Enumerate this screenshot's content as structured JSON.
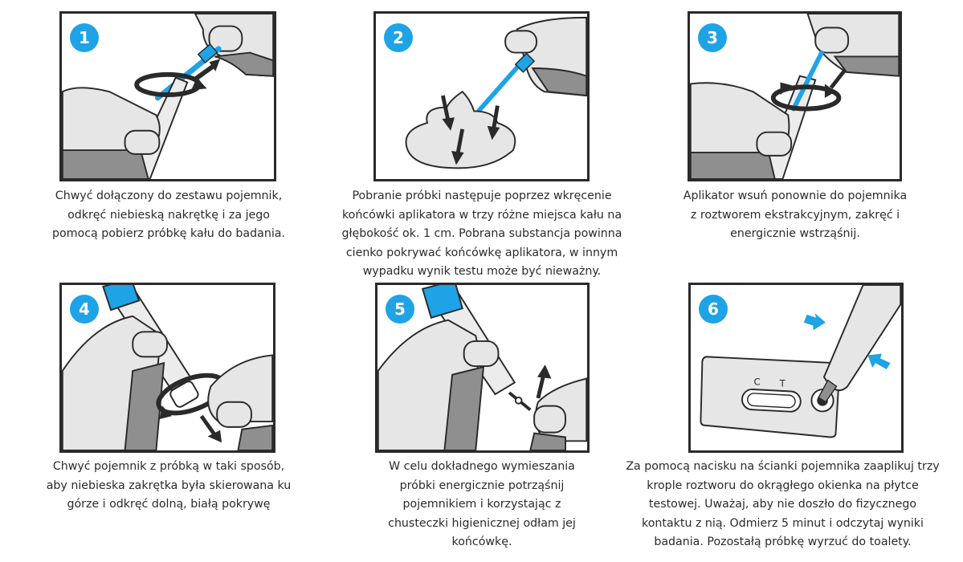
{
  "colors": {
    "accent_blue": "#1ea3e6",
    "frame": "#2a2a2a",
    "skin_light": "#e6e6e6",
    "skin_shadow": "#8f8f8f",
    "text": "#2b2b2b"
  },
  "steps": [
    {
      "number": "1",
      "illustration": "hand-opening-tube-with-blue-applicator",
      "caption_lines": [
        "Chwyć dołączony do zestawu pojemnik,",
        "odkręć niebieską nakrętkę i za jego",
        "pomocą pobierz próbkę kału do badania."
      ]
    },
    {
      "number": "2",
      "illustration": "applicator-sampling-stool-three-spots",
      "caption_lines": [
        "Pobranie próbki następuje poprzez wkręcenie",
        "końcówki aplikatora w trzy różne miejsca kału na",
        "głębokość ok. 1 cm. Pobrana substancja powinna",
        "cienko pokrywać końcówkę aplikatora, w innym",
        "wypadku wynik testu może być nieważny."
      ]
    },
    {
      "number": "3",
      "illustration": "inserting-applicator-into-tube",
      "caption_lines": [
        "Aplikator wsuń ponownie do pojemnika",
        "z roztworem ekstrakcyjnym, zakręć i",
        "energicznie wstrząśnij."
      ]
    },
    {
      "number": "4",
      "illustration": "unscrewing-white-bottom-cap",
      "caption_lines": [
        "Chwyć pojemnik z próbką w taki sposób,",
        "aby niebieska zakrętka była skierowana ku",
        "górze i odkręć dolną, białą pokrywę"
      ]
    },
    {
      "number": "5",
      "illustration": "breaking-off-tube-tip",
      "caption_lines": [
        "W celu dokładnego wymieszania",
        "próbki energicznie potrząśnij",
        "pojemnikiem i korzystając z",
        "chusteczki higienicznej odłam jej",
        "końcówkę."
      ]
    },
    {
      "number": "6",
      "illustration": "dropping-solution-onto-test-cassette",
      "cassette_labels": [
        "C",
        "T"
      ],
      "caption_lines": [
        "Za pomocą nacisku na ścianki pojemnika zaaplikuj trzy",
        "krople roztworu do okrągłego okienka na płytce",
        "testowej. Uważaj, aby nie doszło do fizycznego",
        "kontaktu z nią. Odmierz 5 minut i odczytaj wyniki",
        "badania. Pozostałą próbkę wyrzuć do toalety."
      ]
    }
  ]
}
